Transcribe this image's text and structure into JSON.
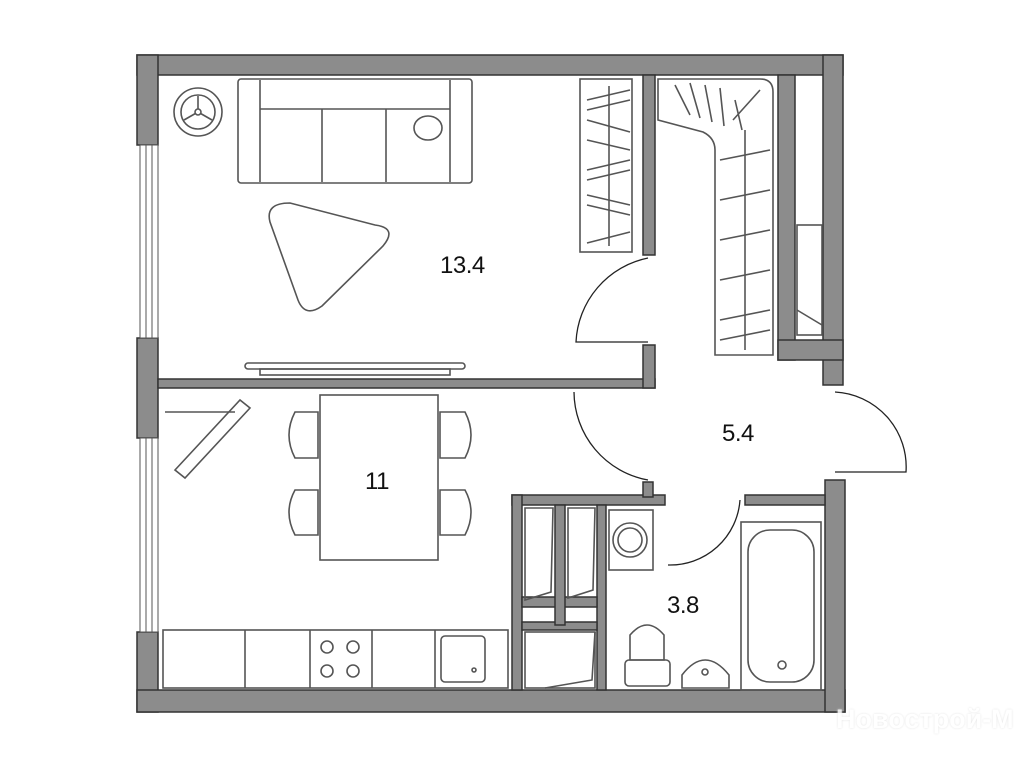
{
  "rooms": {
    "living_room_area": "13.4",
    "kitchen_area": "11",
    "hallway_area": "5.4",
    "bathroom_area": "3.8"
  },
  "watermark": "Новострой-М",
  "colors": {
    "wall": "#8c8c8c",
    "outline": "#333333",
    "background": "#ffffff"
  }
}
